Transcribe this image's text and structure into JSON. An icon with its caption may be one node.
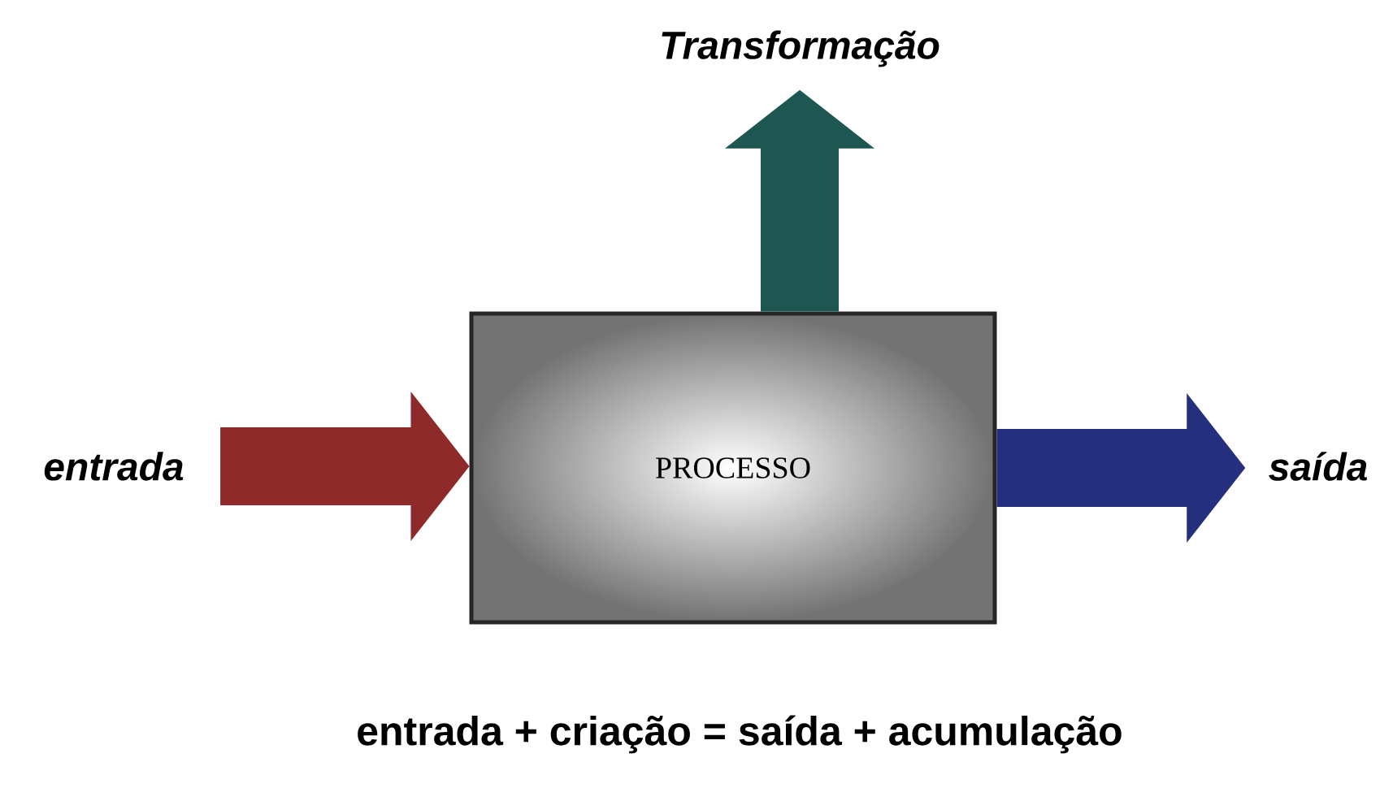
{
  "diagram": {
    "nodes": [
      {
        "text": [
          "entrada"
        ]
      },
      {
        "text": [
          "PROCESSO"
        ]
      },
      {
        "text": [
          "saída"
        ]
      },
      {
        "text": [
          "Transformação"
        ]
      }
    ],
    "edges": [
      {
        "from": 0,
        "to": 1,
        "arrow": "to",
        "color": "#8e2a2a"
      },
      {
        "from": 1,
        "to": 2,
        "arrow": "to",
        "color": "#24307e"
      },
      {
        "from": 1,
        "to": 3,
        "arrow": "to",
        "color": "#1e5752"
      }
    ],
    "labels": [
      "entrada + criação = saída + acumulação"
    ]
  }
}
